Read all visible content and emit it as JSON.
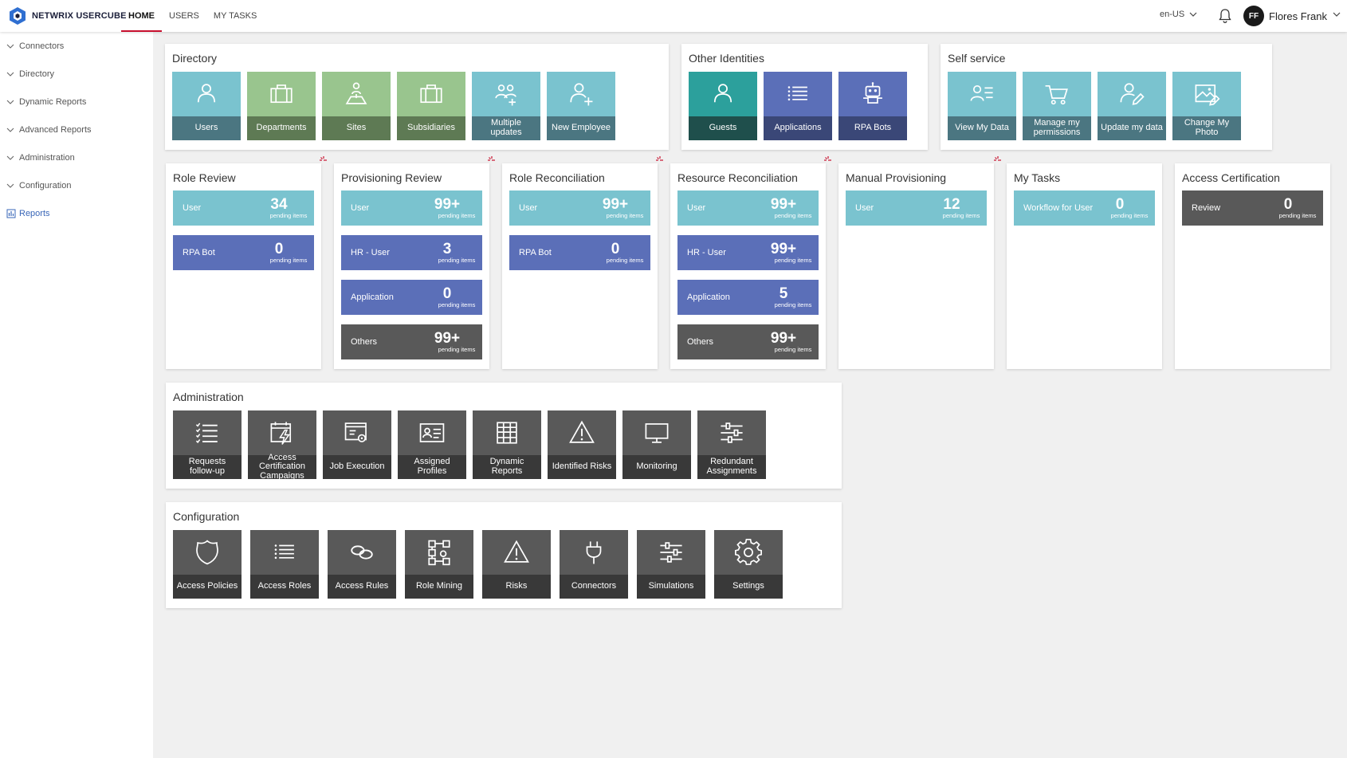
{
  "app": {
    "brand": "NETWRIX USERCUBE"
  },
  "nav": {
    "items": [
      "HOME",
      "USERS",
      "MY TASKS"
    ]
  },
  "header": {
    "language": "en-US",
    "avatar_initials": "FF",
    "username": "Flores Frank"
  },
  "sidebar": {
    "items": [
      {
        "label": "Connectors"
      },
      {
        "label": "Directory"
      },
      {
        "label": "Dynamic Reports"
      },
      {
        "label": "Advanced Reports"
      },
      {
        "label": "Administration"
      },
      {
        "label": "Configuration"
      },
      {
        "label": "Reports"
      }
    ]
  },
  "directory": {
    "title": "Directory",
    "tiles": [
      {
        "label": "Users",
        "icon": "user-icon"
      },
      {
        "label": "Departments",
        "icon": "briefcase-icon"
      },
      {
        "label": "Sites",
        "icon": "map-pin-user-icon"
      },
      {
        "label": "Subsidiaries",
        "icon": "briefcase-icon"
      },
      {
        "label": "Multiple updates",
        "icon": "users-plus-icon"
      },
      {
        "label": "New Employee",
        "icon": "user-plus-icon"
      }
    ]
  },
  "other_identities": {
    "title": "Other Identities",
    "tiles": [
      {
        "label": "Guests",
        "icon": "user-icon"
      },
      {
        "label": "Applications",
        "icon": "list-icon"
      },
      {
        "label": "RPA Bots",
        "icon": "robot-icon"
      }
    ]
  },
  "self_service": {
    "title": "Self service",
    "tiles": [
      {
        "label": "View My Data",
        "icon": "user-list-icon"
      },
      {
        "label": "Manage my permissions",
        "icon": "cart-icon"
      },
      {
        "label": "Update my data",
        "icon": "user-edit-icon"
      },
      {
        "label": "Change My Photo",
        "icon": "photo-edit-icon"
      }
    ]
  },
  "reviews": [
    {
      "title": "Role Review",
      "items": [
        {
          "label": "User",
          "count": "34",
          "sub": "pending items",
          "color": "cyan"
        },
        {
          "label": "RPA Bot",
          "count": "0",
          "sub": "pending items",
          "color": "indigo"
        }
      ]
    },
    {
      "title": "Provisioning Review",
      "items": [
        {
          "label": "User",
          "count": "99+",
          "sub": "pending items",
          "color": "cyan"
        },
        {
          "label": "HR - User",
          "count": "3",
          "sub": "pending items",
          "color": "indigo"
        },
        {
          "label": "Application",
          "count": "0",
          "sub": "pending items",
          "color": "indigo"
        },
        {
          "label": "Others",
          "count": "99+",
          "sub": "pending items",
          "color": "dark"
        }
      ]
    },
    {
      "title": "Role Reconciliation",
      "items": [
        {
          "label": "User",
          "count": "99+",
          "sub": "pending items",
          "color": "cyan"
        },
        {
          "label": "RPA Bot",
          "count": "0",
          "sub": "pending items",
          "color": "indigo"
        }
      ]
    },
    {
      "title": "Resource Reconciliation",
      "items": [
        {
          "label": "User",
          "count": "99+",
          "sub": "pending items",
          "color": "cyan"
        },
        {
          "label": "HR - User",
          "count": "99+",
          "sub": "pending items",
          "color": "indigo"
        },
        {
          "label": "Application",
          "count": "5",
          "sub": "pending items",
          "color": "indigo"
        },
        {
          "label": "Others",
          "count": "99+",
          "sub": "pending items",
          "color": "dark"
        }
      ]
    },
    {
      "title": "Manual Provisioning",
      "items": [
        {
          "label": "User",
          "count": "12",
          "sub": "pending items",
          "color": "cyan"
        }
      ]
    },
    {
      "title": "My Tasks",
      "items": [
        {
          "label": "Workflow for User",
          "count": "0",
          "sub": "pending items",
          "color": "cyan"
        }
      ]
    },
    {
      "title": "Access Certification",
      "items": [
        {
          "label": "Review",
          "count": "0",
          "sub": "pending items",
          "color": "dark"
        }
      ]
    }
  ],
  "administration": {
    "title": "Administration",
    "tiles": [
      {
        "label": "Requests follow-up",
        "icon": "checklist-icon"
      },
      {
        "label": "Access Certification Campaigns",
        "icon": "calendar-bolt-icon"
      },
      {
        "label": "Job Execution",
        "icon": "window-gear-icon"
      },
      {
        "label": "Assigned Profiles",
        "icon": "id-card-icon"
      },
      {
        "label": "Dynamic Reports",
        "icon": "table-icon"
      },
      {
        "label": "Identified Risks",
        "icon": "warning-icon"
      },
      {
        "label": "Monitoring",
        "icon": "monitor-icon"
      },
      {
        "label": "Redundant Assignments",
        "icon": "sliders-icon"
      }
    ]
  },
  "configuration": {
    "title": "Configuration",
    "tiles": [
      {
        "label": "Access Policies",
        "icon": "shield-icon"
      },
      {
        "label": "Access Roles",
        "icon": "list-icon"
      },
      {
        "label": "Access Rules",
        "icon": "link-icon"
      },
      {
        "label": "Role Mining",
        "icon": "hierarchy-icon"
      },
      {
        "label": "Risks",
        "icon": "warning-icon"
      },
      {
        "label": "Connectors",
        "icon": "plug-icon"
      },
      {
        "label": "Simulations",
        "icon": "sliders-icon"
      },
      {
        "label": "Settings",
        "icon": "gear-icon"
      }
    ]
  },
  "colors": {
    "tile_blue": "#7ac3cf",
    "tile_green": "#99c58e",
    "tile_teal": "#2ca09c",
    "tile_indigo": "#5b6fb8",
    "tile_dark": "#595959",
    "accent_red": "#c8102e"
  }
}
